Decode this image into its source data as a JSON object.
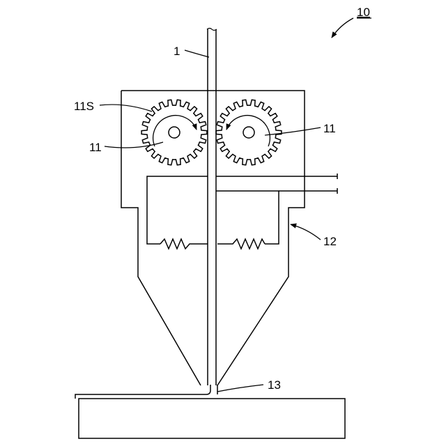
{
  "labels": {
    "device": "10",
    "filament": "1",
    "gear_surface": "11S",
    "gear_left": "11",
    "gear_right": "11",
    "nozzle_body": "12",
    "deposit": "13"
  }
}
